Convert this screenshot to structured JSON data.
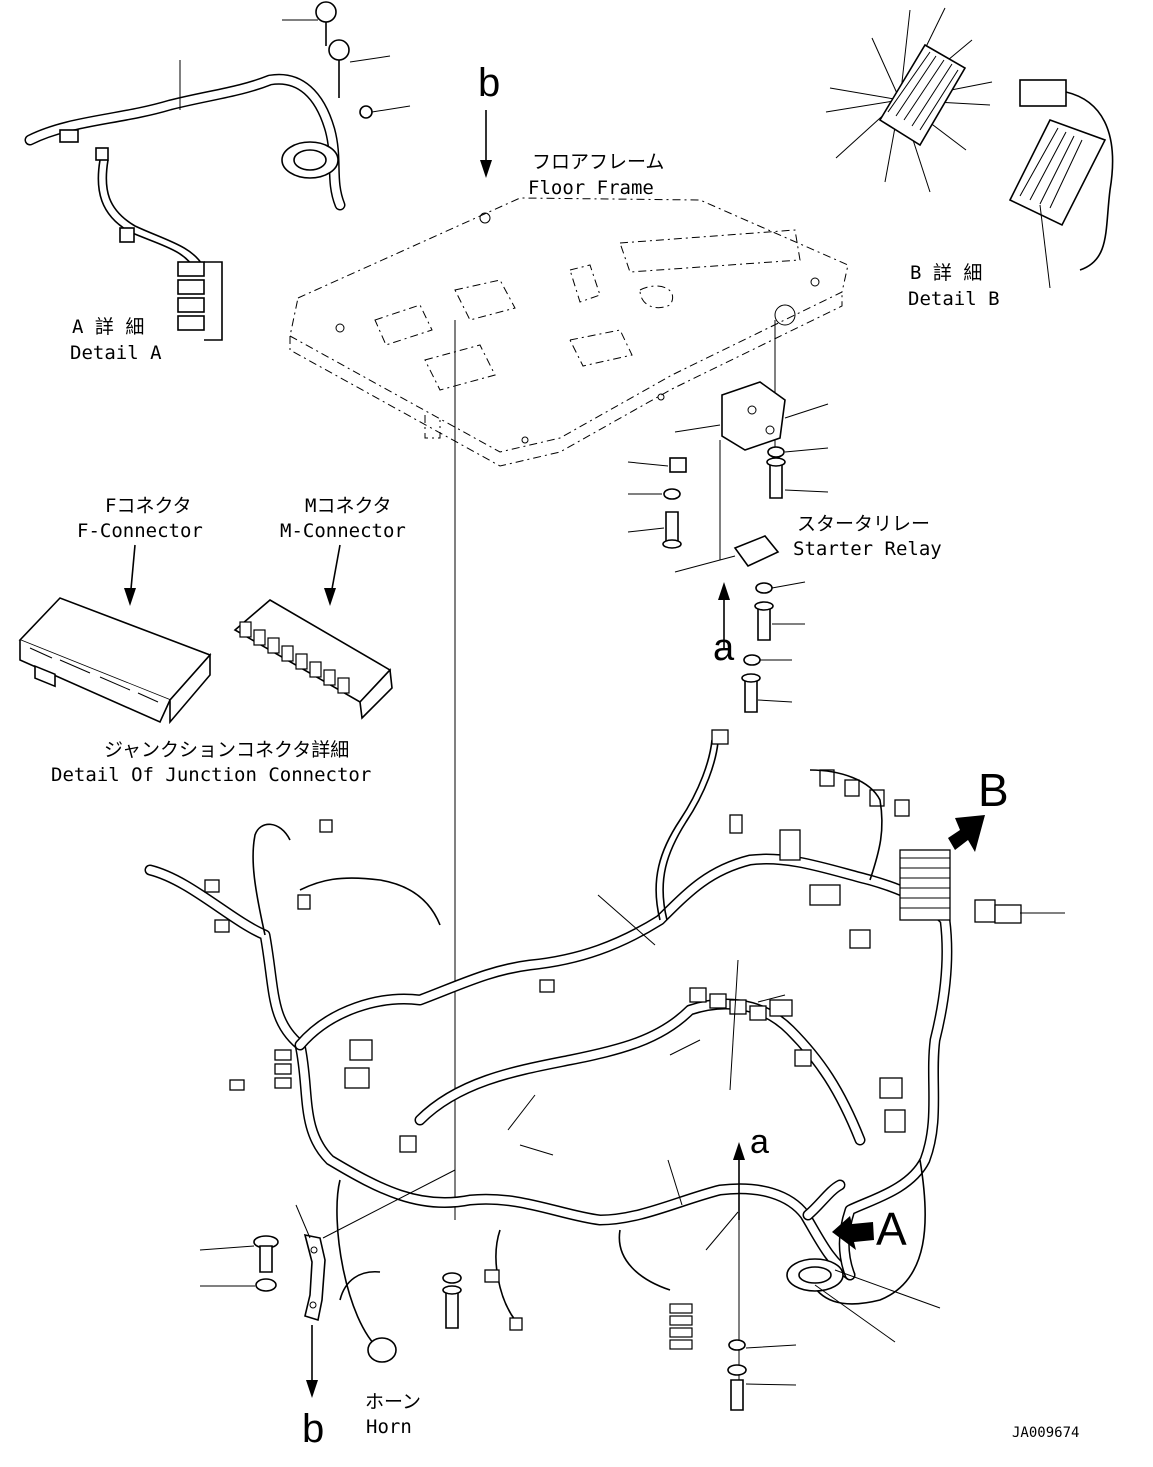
{
  "labels": {
    "floor_frame_jp": "フロアフレーム",
    "floor_frame_en": "Floor Frame",
    "detail_a_jp": "A 詳 細",
    "detail_a_en": "Detail A",
    "detail_b_jp": "B 詳 細",
    "detail_b_en": "Detail B",
    "f_connector_jp": "Fコネクタ",
    "f_connector_en": "F-Connector",
    "m_connector_jp": "Mコネクタ",
    "m_connector_en": "M-Connector",
    "junction_jp": "ジャンクションコネクタ詳細",
    "junction_en": "Detail Of Junction Connector",
    "starter_relay_jp": "スタータリレー",
    "starter_relay_en": "Starter Relay",
    "horn_jp": "ホーン",
    "horn_en": "Horn",
    "ref_b_top": "b",
    "ref_b_bottom": "b",
    "ref_a_relay": "a",
    "ref_a_harness": "a",
    "view_A": "A",
    "view_B": "B",
    "drawing_id": "JA009674"
  }
}
